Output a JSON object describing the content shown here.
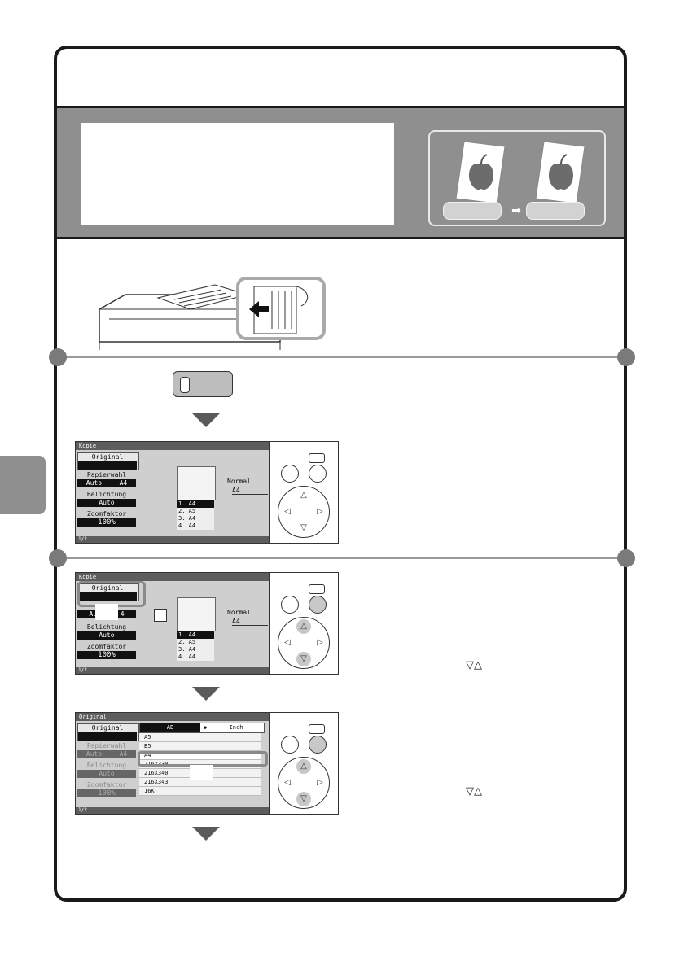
{
  "page": {
    "side_tab": ""
  },
  "example": {
    "arrow_glyph": "➡"
  },
  "screen1": {
    "title": "Kopie",
    "menu": [
      {
        "label": "Original",
        "value": ""
      },
      {
        "label": "Papierwahl",
        "value_left": "Auto",
        "value_right": "A4"
      },
      {
        "label": "Belichtung",
        "value": "Auto"
      },
      {
        "label": "Zoomfaktor",
        "value": "100%"
      }
    ],
    "mode": "Normal",
    "mode_size": "A4",
    "trays": [
      "1.  A4",
      "2.  A5",
      "3.  A4",
      "4.  A4"
    ],
    "page_indicator": "1/2"
  },
  "screen2": {
    "title": "Kopie",
    "menu": [
      {
        "label": "Original",
        "value": ""
      },
      {
        "label": "",
        "value_left": "Au",
        "value_right": "4"
      },
      {
        "label": "Belichtung",
        "value": "Auto"
      },
      {
        "label": "Zoomfaktor",
        "value": "100%"
      }
    ],
    "mode": "Normal",
    "mode_size": "A4",
    "trays": [
      "1.  A4",
      "2.  A5",
      "3.  A4",
      "4.  A4"
    ],
    "page_indicator": "1/2"
  },
  "screen3": {
    "title": "Original",
    "menu": [
      {
        "label": "Original",
        "value": ""
      },
      {
        "label": "Papierwahl",
        "value_left": "Auto",
        "value_right": "A4"
      },
      {
        "label": "Belichtung",
        "value": "Auto"
      },
      {
        "label": "Zoomfaktor",
        "value": "100%"
      }
    ],
    "list_header_left": "AB",
    "list_header_right": "Inch",
    "list": [
      "A5",
      "B5",
      "A4",
      "216X330",
      "216X340",
      "216X343",
      "16K"
    ],
    "selected": "A4",
    "page_indicator": "1/2"
  },
  "keypad_arrows": {
    "up": "△",
    "down": "▽",
    "left": "◁",
    "right": "▷"
  }
}
